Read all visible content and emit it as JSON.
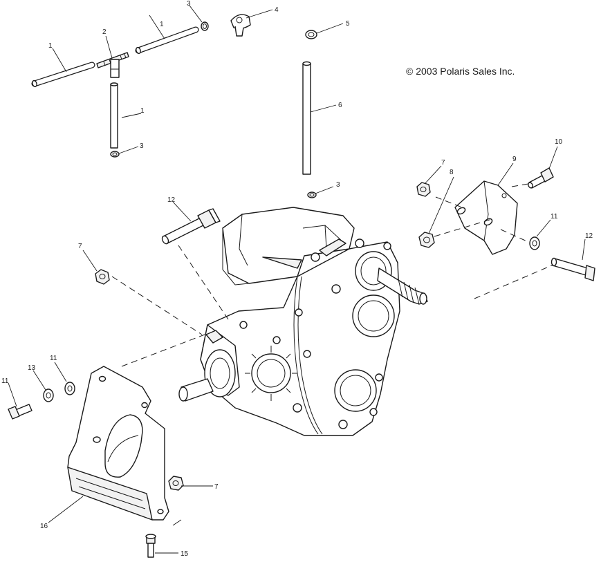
{
  "copyright": "© 2003 Polaris Sales Inc.",
  "callouts": [
    {
      "id": "c1a",
      "label": "1"
    },
    {
      "id": "c1b",
      "label": "1"
    },
    {
      "id": "c1c",
      "label": "1"
    },
    {
      "id": "c2",
      "label": "2"
    },
    {
      "id": "c3a",
      "label": "3"
    },
    {
      "id": "c3b",
      "label": "3"
    },
    {
      "id": "c3c",
      "label": "3"
    },
    {
      "id": "c4",
      "label": "4"
    },
    {
      "id": "c5",
      "label": "5"
    },
    {
      "id": "c6",
      "label": "6"
    },
    {
      "id": "c7a",
      "label": "7"
    },
    {
      "id": "c7b",
      "label": "7"
    },
    {
      "id": "c7c",
      "label": "7"
    },
    {
      "id": "c8",
      "label": "8"
    },
    {
      "id": "c9",
      "label": "9"
    },
    {
      "id": "c10",
      "label": "10"
    },
    {
      "id": "c11a",
      "label": "11"
    },
    {
      "id": "c11b",
      "label": "11"
    },
    {
      "id": "c11c",
      "label": "11"
    },
    {
      "id": "c12a",
      "label": "12"
    },
    {
      "id": "c12b",
      "label": "12"
    },
    {
      "id": "c13",
      "label": "13"
    },
    {
      "id": "c15",
      "label": "15"
    },
    {
      "id": "c16",
      "label": "16"
    }
  ]
}
